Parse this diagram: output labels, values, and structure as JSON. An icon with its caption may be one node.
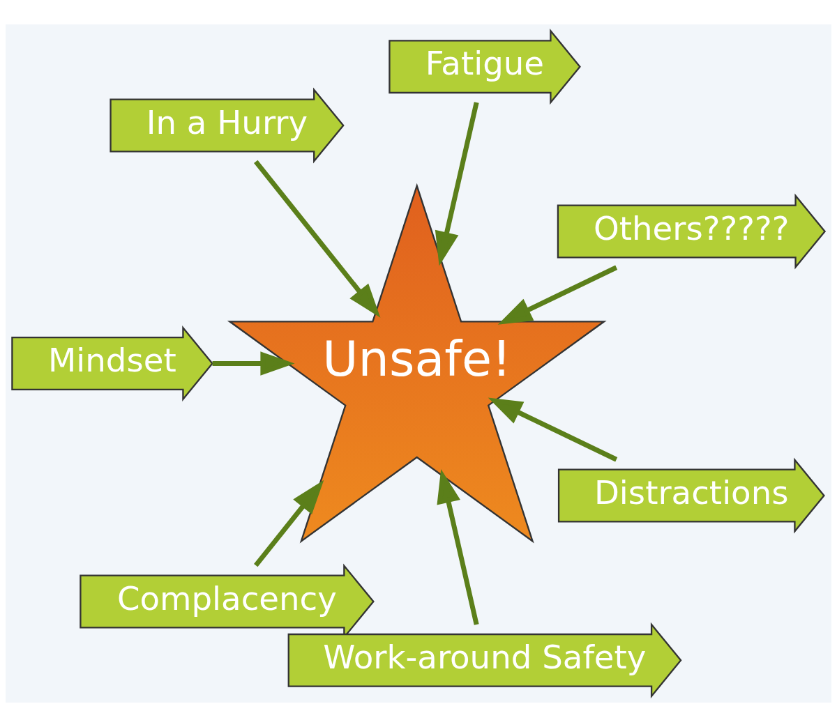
{
  "diagram": {
    "nodes": [
      {
        "text": [
          "Others?????"
        ]
      },
      {
        "text": [
          "Fatigue"
        ]
      },
      {
        "text": [
          "In a Hurry"
        ]
      },
      {
        "text": [
          "Unsafe!"
        ]
      },
      {
        "text": [
          "Mindset"
        ]
      },
      {
        "text": [
          "Complacency"
        ]
      },
      {
        "text": [
          "Work-around Safety"
        ]
      },
      {
        "text": [
          "Distractions"
        ]
      }
    ],
    "edges": [
      {
        "from": 0,
        "to": 3,
        "arrow": "to"
      },
      {
        "from": 1,
        "to": 3,
        "arrow": "to"
      },
      {
        "from": 2,
        "to": 3,
        "arrow": "to"
      },
      {
        "from": 4,
        "to": 3,
        "arrow": "to"
      },
      {
        "from": 5,
        "to": 3,
        "arrow": "to"
      },
      {
        "from": 6,
        "to": 3,
        "arrow": "to"
      },
      {
        "from": 7,
        "to": 3,
        "arrow": "to"
      }
    ]
  }
}
